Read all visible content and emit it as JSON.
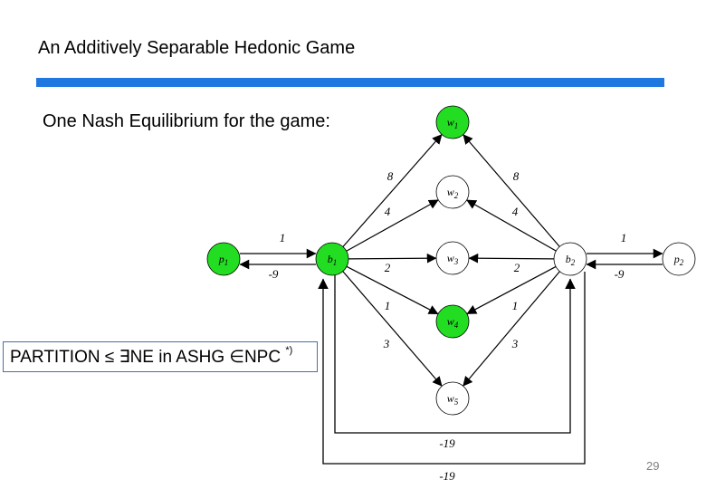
{
  "header": {
    "title": "An Additively Separable Hedonic Game",
    "rule_color": "#1f78e0"
  },
  "subtitle": "One Nash Equilibrium for the game:",
  "note": {
    "text": "PARTITION ≤ ∃NE in ASHG ∈NPC",
    "superscript": "*)"
  },
  "page_number": "29",
  "colors": {
    "highlight_node": "#22dd22",
    "plain_node": "#ffffff",
    "stroke": "#000000"
  },
  "nodes": [
    {
      "id": "w1",
      "base": "w",
      "sub": "1",
      "highlighted": true
    },
    {
      "id": "w2",
      "base": "w",
      "sub": "2",
      "highlighted": false
    },
    {
      "id": "w3",
      "base": "w",
      "sub": "3",
      "highlighted": false
    },
    {
      "id": "w4",
      "base": "w",
      "sub": "4",
      "highlighted": true
    },
    {
      "id": "w5",
      "base": "w",
      "sub": "5",
      "highlighted": false
    },
    {
      "id": "b1",
      "base": "b",
      "sub": "1",
      "highlighted": true
    },
    {
      "id": "b2",
      "base": "b",
      "sub": "2",
      "highlighted": false
    },
    {
      "id": "p1",
      "base": "p",
      "sub": "1",
      "highlighted": true
    },
    {
      "id": "p2",
      "base": "p",
      "sub": "2",
      "highlighted": false
    }
  ],
  "edges": [
    {
      "from": "b1",
      "to": "w1",
      "weight": "8"
    },
    {
      "from": "b1",
      "to": "w2",
      "weight": "4"
    },
    {
      "from": "b1",
      "to": "w3",
      "weight": "2"
    },
    {
      "from": "b1",
      "to": "w4",
      "weight": "1"
    },
    {
      "from": "b1",
      "to": "w5",
      "weight": "3"
    },
    {
      "from": "b2",
      "to": "w1",
      "weight": "8"
    },
    {
      "from": "b2",
      "to": "w2",
      "weight": "4"
    },
    {
      "from": "b2",
      "to": "w3",
      "weight": "2"
    },
    {
      "from": "b2",
      "to": "w4",
      "weight": "1"
    },
    {
      "from": "b2",
      "to": "w5",
      "weight": "3"
    },
    {
      "from": "p1",
      "to": "b1",
      "weight": "1"
    },
    {
      "from": "b1",
      "to": "p1",
      "weight": "-9"
    },
    {
      "from": "p2",
      "to": "b2",
      "weight": "1"
    },
    {
      "from": "b2",
      "to": "p2",
      "weight": "-9"
    },
    {
      "from": "b1",
      "to": "b2",
      "weight": "-19"
    },
    {
      "from": "b2",
      "to": "b1",
      "weight": "-19"
    }
  ]
}
